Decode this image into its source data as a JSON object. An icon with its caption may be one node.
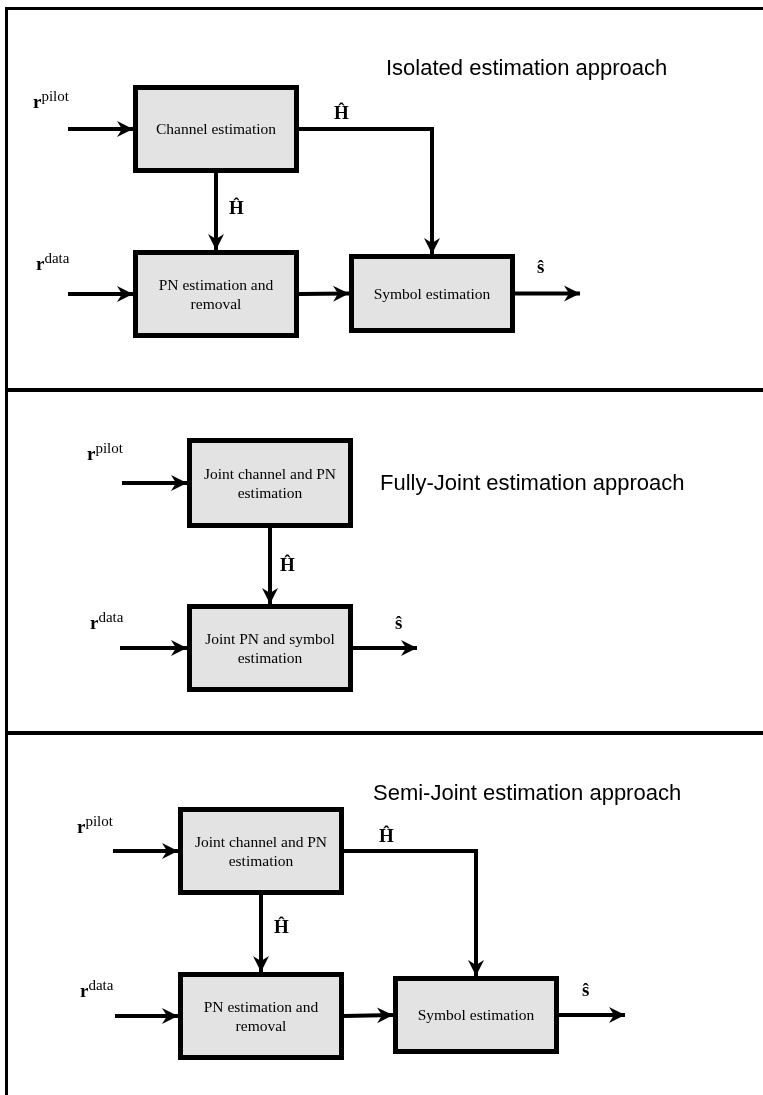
{
  "diagram": {
    "nodes": [
      {
        "text": [
          "Isolated estimation approach"
        ]
      },
      {
        "text": [
          "Channel estimation"
        ],
        "in": 0
      },
      {
        "text": [
          "PN estimation and removal"
        ],
        "in": 0
      },
      {
        "text": [
          "Symbol estimation"
        ],
        "in": 0
      },
      {
        "text": [
          "Fully-Joint estimation approach"
        ]
      },
      {
        "text": [
          "Joint channel and PN estimation"
        ],
        "in": 4
      },
      {
        "text": [
          "Joint PN and symbol estimation"
        ],
        "in": 4
      },
      {
        "text": [
          "Semi-Joint estimation approach"
        ]
      },
      {
        "text": [
          "Joint channel and PN estimation"
        ],
        "in": 7
      },
      {
        "text": [
          "PN estimation and removal"
        ],
        "in": 7
      },
      {
        "text": [
          "Symbol estimation"
        ],
        "in": 7
      }
    ],
    "edges": [
      {
        "from": null,
        "to": 1,
        "arrow": "to",
        "label": "**r**$^{pilot}$"
      },
      {
        "from": 1,
        "to": 2,
        "arrow": "to",
        "label": "Ĥ"
      },
      {
        "from": 1,
        "to": 3,
        "arrow": "to",
        "label": "Ĥ"
      },
      {
        "from": null,
        "to": 2,
        "arrow": "to",
        "label": "**r**$^{data}$"
      },
      {
        "from": 2,
        "to": 3,
        "arrow": "to"
      },
      {
        "from": 3,
        "to": null,
        "arrow": "to",
        "label": "ŝ"
      },
      {
        "from": null,
        "to": 5,
        "arrow": "to",
        "label": "**r**$^{pilot}$"
      },
      {
        "from": 5,
        "to": 6,
        "arrow": "to",
        "label": "Ĥ"
      },
      {
        "from": null,
        "to": 6,
        "arrow": "to",
        "label": "**r**$^{data}$"
      },
      {
        "from": 6,
        "to": null,
        "arrow": "to",
        "label": "ŝ"
      },
      {
        "from": null,
        "to": 8,
        "arrow": "to",
        "label": "**r**$^{pilot}$"
      },
      {
        "from": 8,
        "to": 9,
        "arrow": "to",
        "label": "Ĥ"
      },
      {
        "from": 8,
        "to": 10,
        "arrow": "to",
        "label": "Ĥ"
      },
      {
        "from": null,
        "to": 9,
        "arrow": "to",
        "label": "**r**$^{data}$"
      },
      {
        "from": 9,
        "to": 10,
        "arrow": "to"
      },
      {
        "from": 10,
        "to": null,
        "arrow": "to",
        "label": "ŝ"
      }
    ]
  }
}
